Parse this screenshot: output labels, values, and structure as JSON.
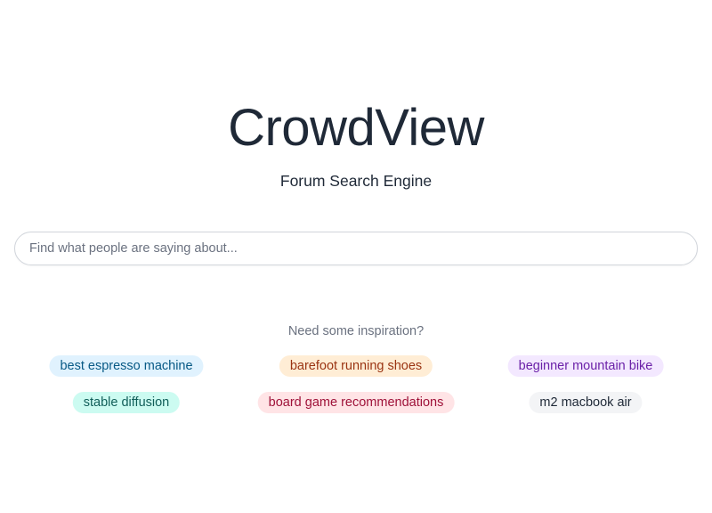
{
  "header": {
    "title": "CrowdView",
    "subtitle": "Forum Search Engine"
  },
  "search": {
    "value": "",
    "placeholder": "Find what people are saying about..."
  },
  "inspiration": {
    "label": "Need some inspiration?",
    "suggestions": [
      {
        "label": "best espresso machine",
        "bg": "#e0f2fe",
        "fg": "#075985"
      },
      {
        "label": "barefoot running shoes",
        "bg": "#ffedd5",
        "fg": "#9a3412"
      },
      {
        "label": "beginner mountain bike",
        "bg": "#f3e8ff",
        "fg": "#6b21a8"
      },
      {
        "label": "stable diffusion",
        "bg": "#ccfbf1",
        "fg": "#115e59"
      },
      {
        "label": "board game recommendations",
        "bg": "#ffe4e6",
        "fg": "#9f1239"
      },
      {
        "label": "m2 macbook air",
        "bg": "#f3f4f6",
        "fg": "#1f2937"
      }
    ]
  }
}
